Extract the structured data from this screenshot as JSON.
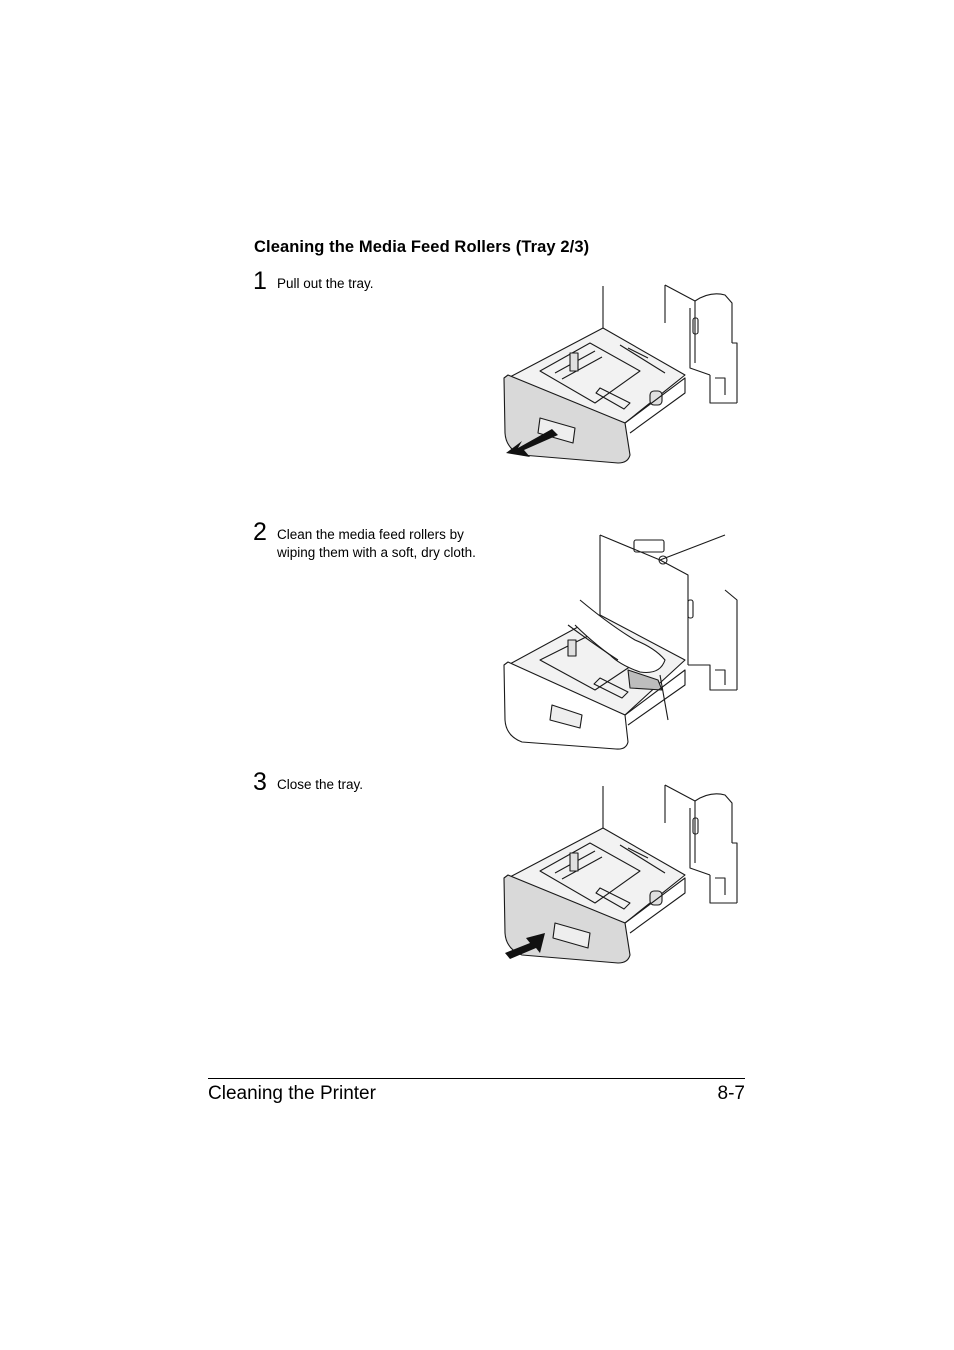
{
  "section": {
    "title": "Cleaning the Media Feed Rollers (Tray 2/3)"
  },
  "steps": [
    {
      "number": "1",
      "text": "Pull out the tray.",
      "icon": "tray-pull-out-illustration"
    },
    {
      "number": "2",
      "text": "Clean the media feed rollers by wiping them with a soft, dry cloth.",
      "icon": "roller-wiping-illustration"
    },
    {
      "number": "3",
      "text": "Close the tray.",
      "icon": "tray-close-illustration"
    }
  ],
  "footer": {
    "chapter": "Cleaning the Printer",
    "page": "8-7"
  },
  "colors": {
    "text": "#000000",
    "tray_front": "#d9d9d9",
    "line_art": "#1a1a1a",
    "cloth": "#bdbdbd"
  }
}
